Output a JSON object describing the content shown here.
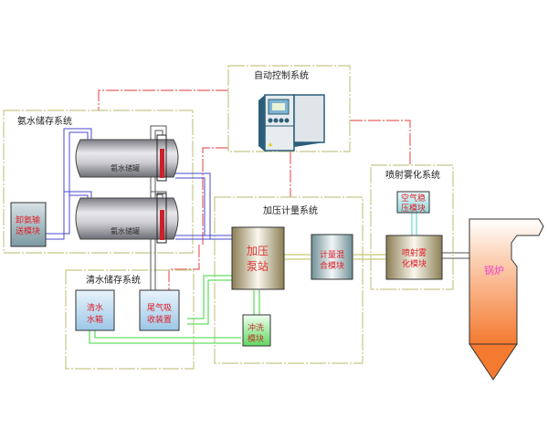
{
  "diagram": {
    "systems": {
      "ammonia_storage": "氨水储存系统",
      "auto_control": "自动控制系统",
      "clean_water_storage": "清水储存系统",
      "pressure_metering": "加压计量系统",
      "spray_atomization": "喷射雾化系统"
    },
    "modules": {
      "unload_line1": "卸氨输",
      "unload_line2": "送模块",
      "tank1": "氨水储罐",
      "tank2": "氨水储罐",
      "clean_tank_line1": "清水",
      "clean_tank_line2": "水箱",
      "exhaust_line1": "尾气吸",
      "exhaust_line2": "收装置",
      "pump_line1": "加压",
      "pump_line2": "泵站",
      "flush_line1": "冲洗",
      "flush_line2": "模块",
      "mix_line1": "计量混",
      "mix_line2": "合模块",
      "air_line1": "空气稳",
      "air_line2": "压模块",
      "spray_line1": "喷射雾",
      "spray_line2": "化模块",
      "boiler": "锅炉"
    },
    "colors": {
      "system_border": "#c8c88a",
      "control_line": "#e86060",
      "ammonia_pipe": "#4a4acc",
      "water_pipe": "#66dd66",
      "process_pipe": "#c8c870",
      "air_pipe": "#88dddd",
      "boiler": "#f47a30"
    }
  }
}
